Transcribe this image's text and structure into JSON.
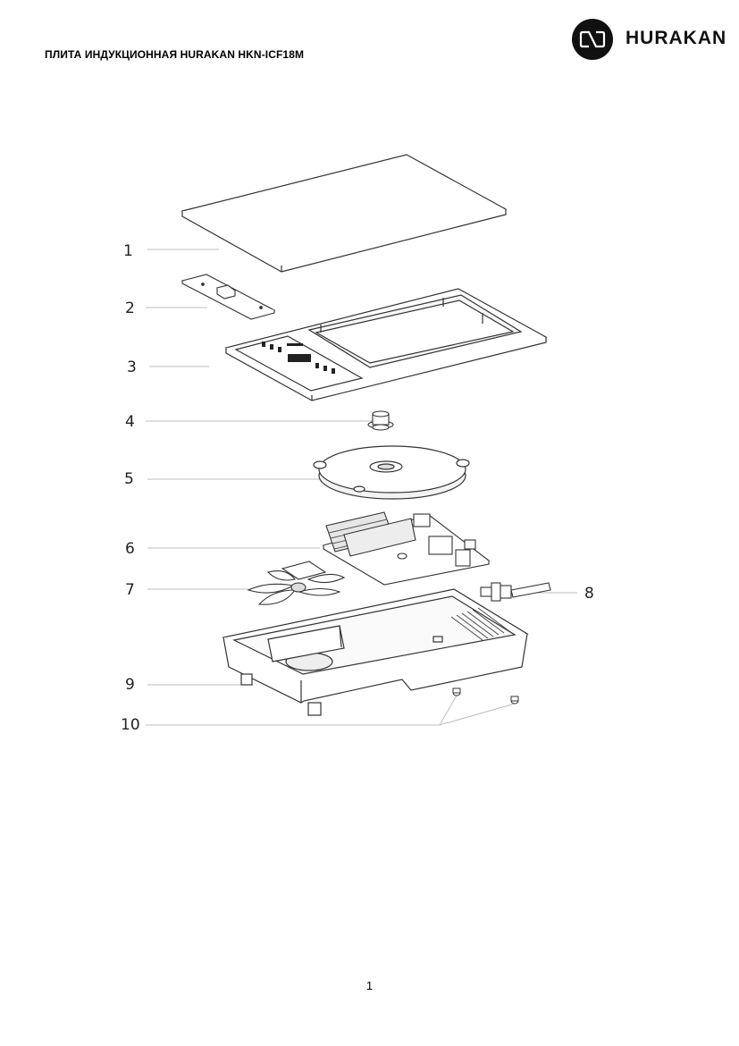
{
  "header": {
    "title": "ПЛИТА ИНДУКЦИОННАЯ HURAKAN HKN-ICF18M",
    "brand": "HURAKAN",
    "logo_icon": "hurakan-logo-icon"
  },
  "diagram": {
    "callouts": [
      "1",
      "2",
      "3",
      "4",
      "5",
      "6",
      "7",
      "8",
      "9",
      "10"
    ]
  },
  "footer": {
    "page_number": "1"
  }
}
